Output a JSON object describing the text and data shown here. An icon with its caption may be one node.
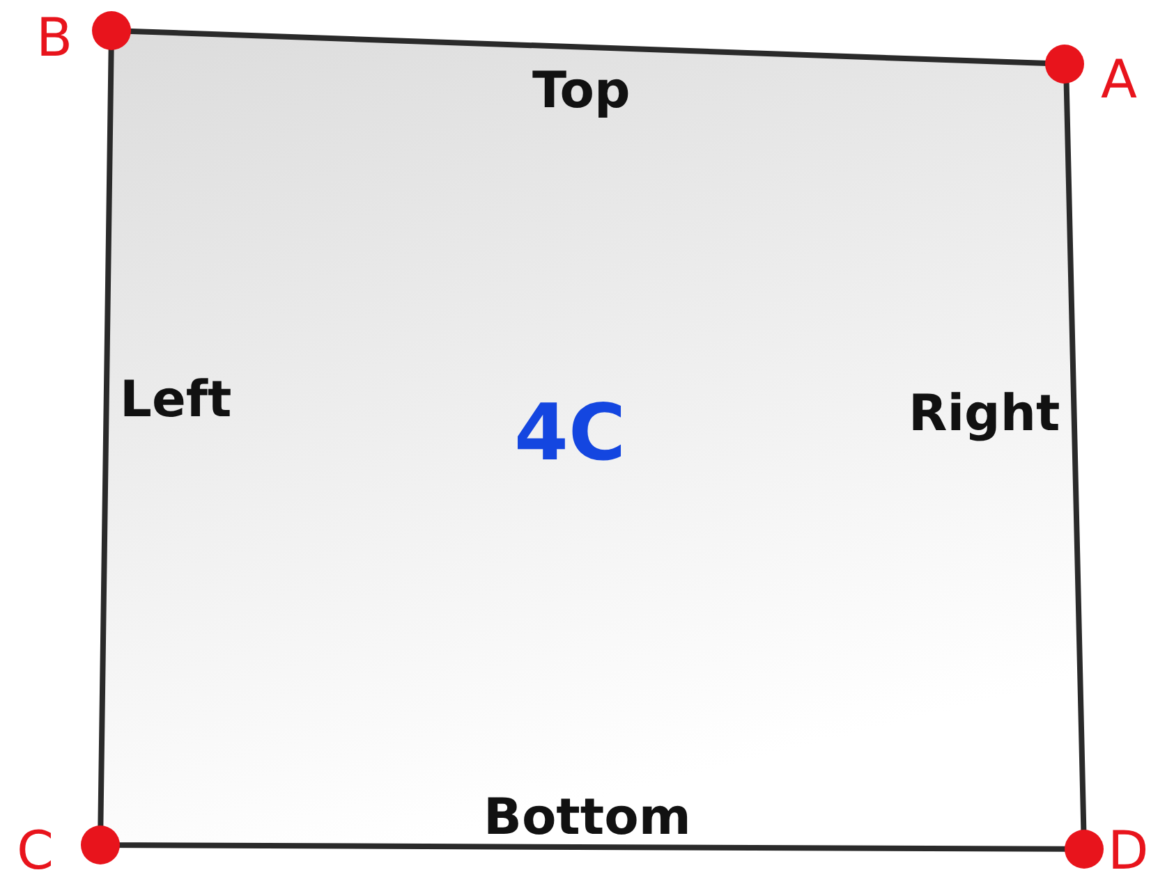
{
  "diagram": {
    "nodes": [
      {
        "text": [
          "4C"
        ]
      },
      {
        "text": [],
        "shape": "circle",
        "beside": [
          "B"
        ]
      },
      {
        "text": [],
        "shape": "circle",
        "beside": [
          "A"
        ]
      },
      {
        "text": [],
        "shape": "circle",
        "beside": [
          "C"
        ]
      },
      {
        "text": [],
        "shape": "circle",
        "beside": [
          "D"
        ]
      }
    ],
    "labels": [
      "Top",
      "Left",
      "Right",
      "Bottom"
    ]
  }
}
